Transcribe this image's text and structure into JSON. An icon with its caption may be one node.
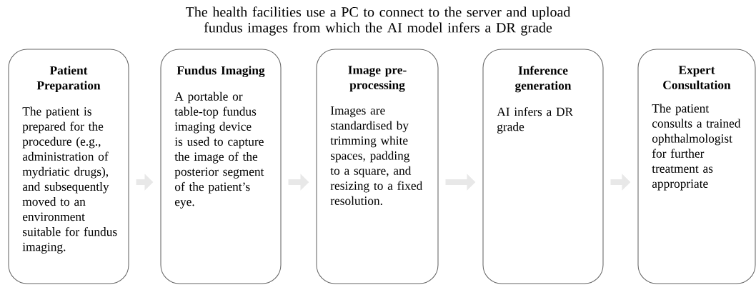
{
  "diagram": {
    "title": "The health facilities use a PC to connect to the server and upload fundus images from which the AI model infers a DR grade",
    "nodes": [
      {
        "text": [
          "Patient Preparation",
          "The patient is prepared for the procedure (e.g., administration of mydriatic drugs), and subsequently moved to an environment suitable for fundus imaging."
        ]
      },
      {
        "text": [
          "Fundus Imaging",
          "A portable or table-top fundus imaging device is used to capture the image of the posterior segment of the patient’s eye."
        ]
      },
      {
        "text": [
          "Image pre-processing",
          "Images are standardised by trimming white spaces, padding to a square, and resizing to a fixed resolution."
        ]
      },
      {
        "text": [
          "Inference generation",
          "AI infers a DR grade"
        ]
      },
      {
        "text": [
          "Expert Consultation",
          "The patient consults a trained ophthalmologist for further treatment as appropriate"
        ]
      }
    ],
    "edges": [
      {
        "from": 0,
        "to": 1,
        "arrow": "to"
      },
      {
        "from": 1,
        "to": 2,
        "arrow": "to"
      },
      {
        "from": 2,
        "to": 3,
        "arrow": "to"
      },
      {
        "from": 3,
        "to": 4,
        "arrow": "to"
      }
    ]
  }
}
